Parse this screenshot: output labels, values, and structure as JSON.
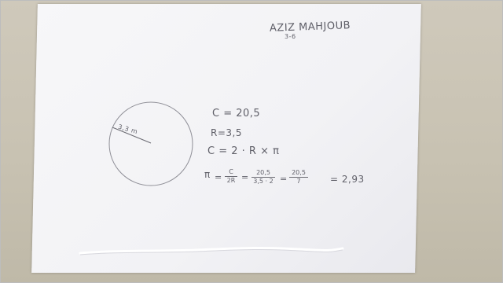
{
  "scene": {
    "description_colors": {
      "background": "#c9c3b4",
      "paper": "#f3f3f6",
      "ink": "#5f5f68"
    }
  },
  "notes": {
    "name": "AZIZ MAHJOUB",
    "name_sub": "3-6",
    "radius_label": "3,3 m",
    "circumference_line": "C = 20,5",
    "radius_line": "R=3,5",
    "formula_line": "C = 2 · R × π",
    "pi_symbol": "π",
    "frac1_num": "C",
    "frac1_den": "2R",
    "frac2_num": "20,5",
    "frac2_den": "3,5 · 2",
    "frac3_num": "20,5",
    "frac3_den": "7",
    "equals": "=",
    "result": "= 2,93"
  }
}
